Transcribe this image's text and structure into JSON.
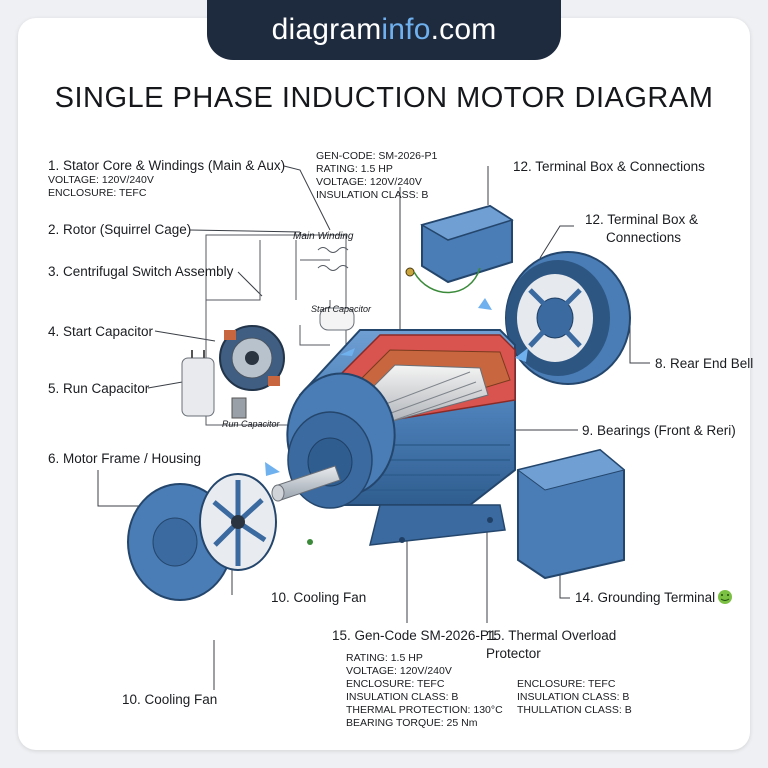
{
  "site": {
    "name_prefix": "diagram",
    "name_highlight": "info",
    "name_suffix": ".com"
  },
  "title": "SINGLE PHASE INDUCTION MOTOR DIAGRAM",
  "labels": {
    "stator": "1. Stator Core & Windings (Main & Aux)",
    "rotor": "2. Rotor (Squirrel Cage)",
    "switch": "3. Centrifugal Switch Assembly",
    "start_cap": "4. Start Capacitor",
    "run_cap": "5. Run Capacitor",
    "frame": "6. Motor Frame / Housing",
    "terminal_top": "12. Terminal Box & Connections",
    "terminal_mid_1": "12. Terminal Box &",
    "terminal_mid_2": "Connections",
    "rear_bell": "8. Rear End Bell",
    "bearings": "9. Bearings (Front & Reri)",
    "cooling_fan_mid": "10. Cooling Fan",
    "cooling_fan_bottom": "10. Cooling Fan",
    "grounding": "14. Grounding Terminal",
    "gen_code": "15. Gen-Code SM-2026-P1",
    "thermal_1": "15. Thermal Overload",
    "thermal_2": "Protector"
  },
  "stator_specs": [
    "VOLTAGE: 120V/240V",
    "ENCLOSURE: TEFC"
  ],
  "top_specs": [
    "GEN-CODE: SM-2026-P1",
    "RATING: 1.5 HP",
    "VOLTAGE: 120V/240V",
    "INSULATION CLASS: B"
  ],
  "bottom_specs_left": [
    "RATING: 1.5 HP",
    "VOLTAGE: 120V/240V",
    "ENCLOSURE: TEFC",
    "INSULATION CLASS: B",
    "THERMAL PROTECTION: 130°C",
    "BEARING TORQUE: 25 Nm"
  ],
  "bottom_specs_right": [
    "ENCLOSURE: TEFC",
    "INSULATION CLASS: B",
    "THULLATION CLASS: B"
  ],
  "schematic": {
    "main_winding": "Main Winding",
    "start_capacitor": "Start Capacitor",
    "run_capacitor": "Run Capacitor"
  },
  "colors": {
    "housing": "#4a7db5",
    "housing_dark": "#2f5d8f",
    "housing_light": "#7aa6d6",
    "copper": "#c8673f",
    "red_cut": "#d9534f",
    "badge": "#1e2a3e",
    "accent": "#6fb1ee"
  }
}
